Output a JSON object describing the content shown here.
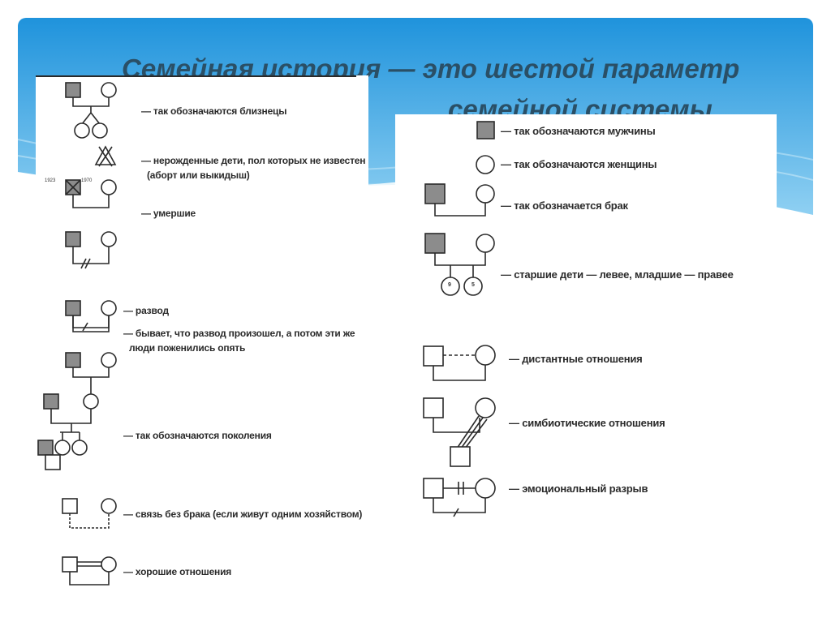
{
  "title": {
    "line1": "Семейная история — это шестой параметр",
    "line2": "семейной системы"
  },
  "colors": {
    "band_top": "#1f93dc",
    "band_bottom": "#7ec8f0",
    "title": "#2a4f66",
    "symbol_fill": "#8c8c8c",
    "line": "#2a2a2a"
  },
  "left_legend": [
    {
      "id": "twins",
      "label": "— так обозначаются близнецы"
    },
    {
      "id": "unborn",
      "label": "— нерожденные дети, пол которых не известен",
      "label2": "(аборт или выкидыш)"
    },
    {
      "id": "deceased",
      "label": "— умершие",
      "year_birth": "1923",
      "year_death": "1970"
    },
    {
      "id": "divorce",
      "label": "— развод"
    },
    {
      "id": "remarried",
      "label": "— бывает, что развод произошел, а потом эти же",
      "label2": "люди поженились опять"
    },
    {
      "id": "generations",
      "label": "— так обозначаются поколения"
    },
    {
      "id": "cohabitation",
      "label": "— связь без брака (если живут одним хозяйством)"
    },
    {
      "id": "good",
      "label": "— хорошие отношения"
    }
  ],
  "right_legend": [
    {
      "id": "men",
      "label": "— так обозначаются мужчины"
    },
    {
      "id": "women",
      "label": "— так обозначаются женщины"
    },
    {
      "id": "marriage",
      "label": "— так обозначается брак"
    },
    {
      "id": "children",
      "label": "— старшие дети — левее, младшие — правее",
      "child_age_1": "9",
      "child_age_2": "5"
    },
    {
      "id": "distant",
      "label": "— дистантные отношения"
    },
    {
      "id": "symbiotic",
      "label": "— симбиотические отношения"
    },
    {
      "id": "cutoff",
      "label": "— эмоциональный разрыв"
    }
  ]
}
